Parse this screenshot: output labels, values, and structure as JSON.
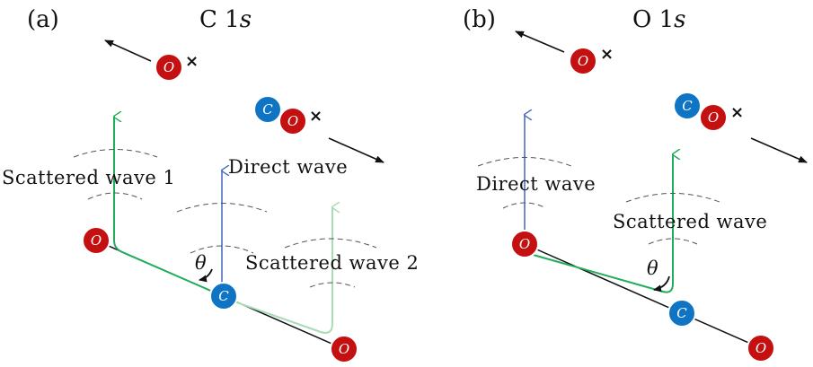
{
  "colors": {
    "oxygen": "#c41010",
    "carbon": "#0f74c4",
    "green": "#1fae5a",
    "light_green": "#a8dcb5",
    "blue_line": "#4a6fc2",
    "dashes": "#555555",
    "bond": "#111111"
  },
  "panel_a": {
    "panel_label": "(a)",
    "title_main": "C 1",
    "title_sub": "s",
    "scattered1": "Scattered wave 1",
    "direct": "Direct wave",
    "scattered2": "Scattered wave 2",
    "theta": "θ"
  },
  "panel_b": {
    "panel_label": "(b)",
    "title_main": "O 1",
    "title_sub": "s",
    "direct": "Direct wave",
    "scattered": "Scattered wave",
    "theta": "θ"
  },
  "atoms": {
    "oxygen": "O",
    "carbon": "C",
    "ion_mark": "×"
  }
}
